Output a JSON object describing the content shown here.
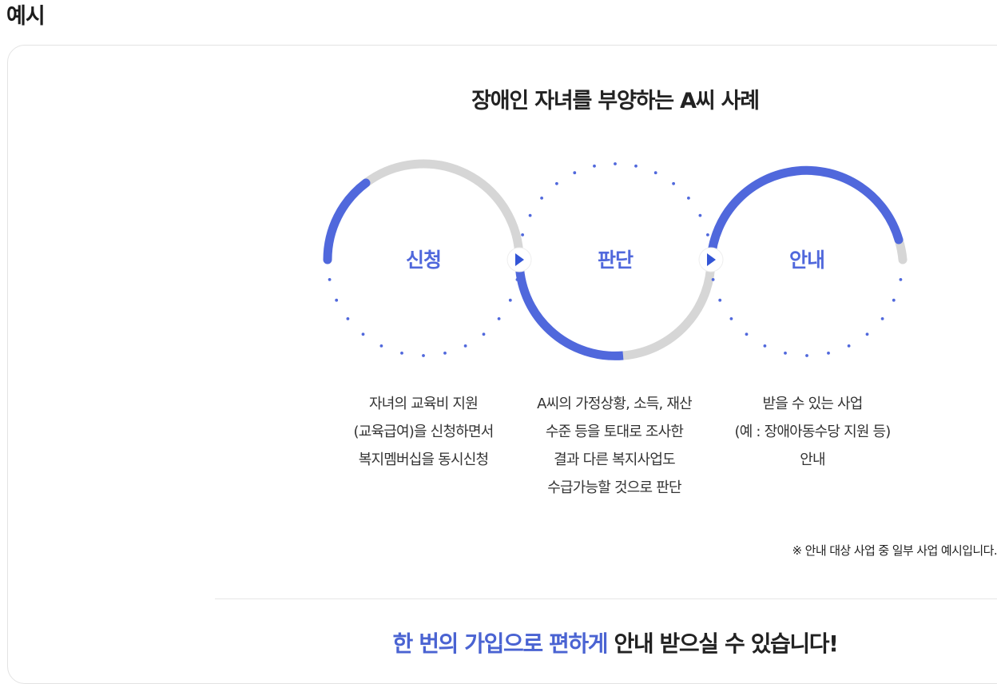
{
  "section": {
    "heading": "예시"
  },
  "case": {
    "title": "장애인 자녀를 부양하는 A씨 사례"
  },
  "steps": [
    {
      "label": "신청",
      "description": [
        "자녀의 교육비 지원",
        "(교육급여)을 신청하면서",
        "복지멤버십을 동시신청"
      ]
    },
    {
      "label": "판단",
      "description": [
        "A씨의 가정상황, 소득, 재산",
        "수준 등을 토대로 조사한",
        "결과 다른 복지사업도",
        "수급가능할 것으로 판단"
      ]
    },
    {
      "label": "안내",
      "description": [
        "받을 수 있는 사업",
        "(예 : 장애아동수당 지원 등)",
        "안내"
      ]
    }
  ],
  "footnote": "※ 안내 대상 사업 중 일부 사업 예시입니다.",
  "bottom": {
    "highlight": "한 번의 가입으로 편하게",
    "rest": " 안내 받으실 수 있습니다!"
  },
  "colors": {
    "accent": "#5068dc",
    "ring_gray": "#d6d6d6",
    "arrow": "#3355d6"
  },
  "icons": [
    "arrow-right-icon"
  ]
}
